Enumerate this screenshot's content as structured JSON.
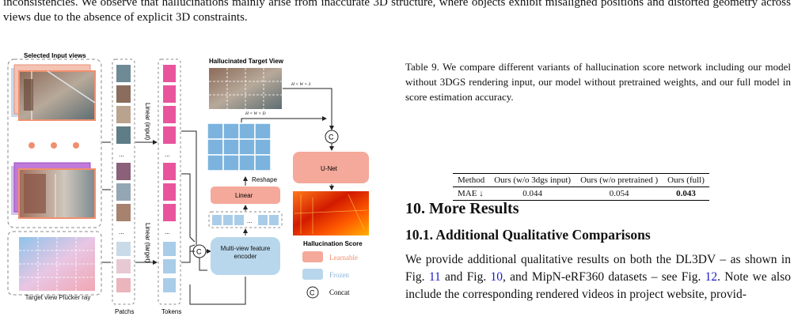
{
  "top_text": "inconsistencies. We observe that hallucinations mainly arise from inaccurate 3D structure, where objects exhibit misaligned positions and distorted geometry across views due to the absence of explicit 3D constraints.",
  "figure": {
    "selected_input_views": "Selected Input views",
    "hallucinated_target_view": "Hallucinated Target View",
    "dim_hw3": "H × W × 3",
    "dim_hwd": "H × W × D",
    "target_view_plucker": "Target view Plücker ray",
    "patchs": "Patchs",
    "tokens": "Tokens",
    "linear_input": "Linear (input)",
    "linear_target": "Linear (target)",
    "linear": "Linear",
    "reshape": "Reshape",
    "unet": "U-Net",
    "encoder": "Multi-view feature encoder",
    "hallucination_score": "Hallucination Score",
    "concat_symbol": "C",
    "ellipsis": "...",
    "dots": "● ● ●",
    "legend": {
      "learnable": "Learnable",
      "frozen": "Frozen",
      "concat": "Concat"
    },
    "colors": {
      "learnable": "#f4a99a",
      "frozen": "#b9d7ec",
      "token_pink": "#e8559c",
      "token_blue": "#a9cde8"
    }
  },
  "caption": "Table 9.  We compare different variants of hallucination score network including our model without 3DGS rendering input, our model without pretrained weights, and our full model in score estimation accuracy.",
  "table": {
    "headers": [
      "Method",
      "Ours (w/o 3dgs input)",
      "Ours (w/o pretrained )",
      "Ours (full)"
    ],
    "row": [
      "MAE ↓",
      "0.044",
      "0.054",
      "0.043"
    ]
  },
  "section": "10. More Results",
  "subsection": "10.1. Additional Qualitative Comparisons",
  "para": {
    "p1": "We provide additional qualitative results on both the DL3DV – as shown in Fig. ",
    "fig11": "11",
    "p2": " and Fig. ",
    "fig10": "10",
    "p3": ", and MipN-eRF360 datasets – see Fig. ",
    "fig12": "12",
    "p4": ".  Note we also include the corresponding rendered videos in project website, provid-"
  }
}
